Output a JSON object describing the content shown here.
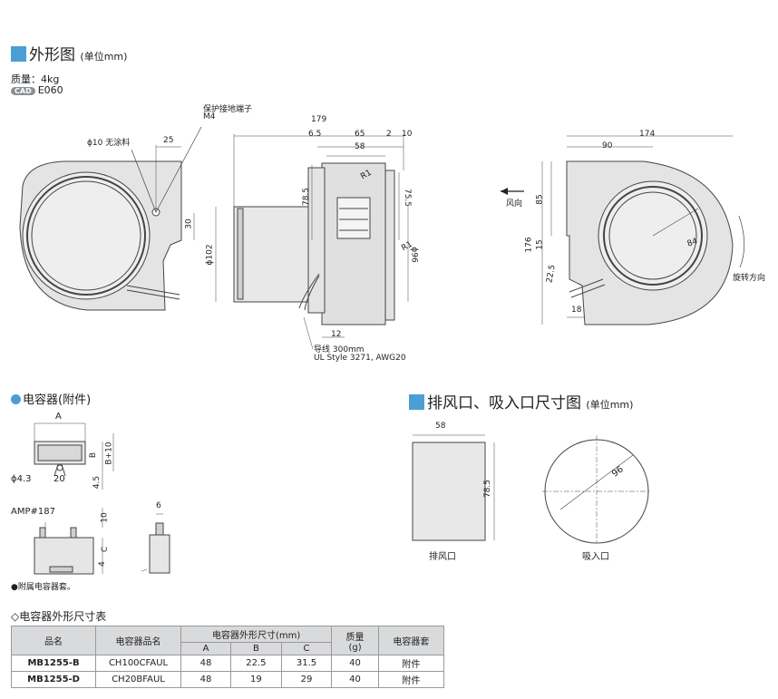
{
  "outline": {
    "title": "外形图",
    "unit": "(单位mm)",
    "mass": "质量：4kg",
    "cad_badge": "CAD",
    "cad_code": "E060",
    "labels": {
      "terminal_cn": "保护接地端子",
      "terminal_m4": "M4",
      "phi10": "ϕ10 无涂料",
      "d25": "25",
      "d30": "30",
      "d179": "179",
      "d6_5": "6.5",
      "d65": "65",
      "d2": "2",
      "d10": "10",
      "d58": "58",
      "r1a": "R1",
      "r1b": "R1",
      "d78_5": "78.5",
      "d75_5": "75.5",
      "phi102": "ϕ102",
      "phi96": "ϕ96",
      "d12": "12",
      "lead": "导线 300mm",
      "ul": "UL Style 3271, AWG20",
      "d174": "174",
      "d90": "90",
      "airflow": "风向",
      "d85": "85",
      "d176": "176",
      "d15": "15",
      "d84": "84",
      "d22_5": "22.5",
      "d18": "18",
      "rotation": "旋转方向"
    }
  },
  "capacitor": {
    "title": "电容器(附件)",
    "labels": {
      "a": "A",
      "b": "B",
      "b10": "B+10",
      "phi4_3": "ϕ4.3",
      "d20": "20",
      "d4_5": "4.5",
      "amp": "AMP#187",
      "d10": "10",
      "c": "C",
      "d4": "4",
      "d6": "6"
    },
    "note": "●附属电容器套。"
  },
  "ports": {
    "title": "排风口、吸入口尺寸图",
    "unit": "(单位mm)",
    "labels": {
      "d58": "58",
      "d78_5": "78.5",
      "d96": "96",
      "exhaust": "排风口",
      "intake": "吸入口"
    }
  },
  "cap_table": {
    "title": "◇电容器外形尺寸表",
    "headers": {
      "model": "品名",
      "cap_model": "电容器品名",
      "dims": "电容器外形尺寸(mm)",
      "a": "A",
      "b": "B",
      "c": "C",
      "mass": "质量",
      "mass_unit": "(g)",
      "cover": "电容器套"
    },
    "rows": [
      {
        "model": "MB1255-B",
        "cap": "CH100CFAUL",
        "a": "48",
        "b": "22.5",
        "c": "31.5",
        "g": "40",
        "cover": "附件"
      },
      {
        "model": "MB1255-D",
        "cap": "CH20BFAUL",
        "a": "48",
        "b": "19",
        "c": "29",
        "g": "40",
        "cover": "附件"
      }
    ]
  }
}
